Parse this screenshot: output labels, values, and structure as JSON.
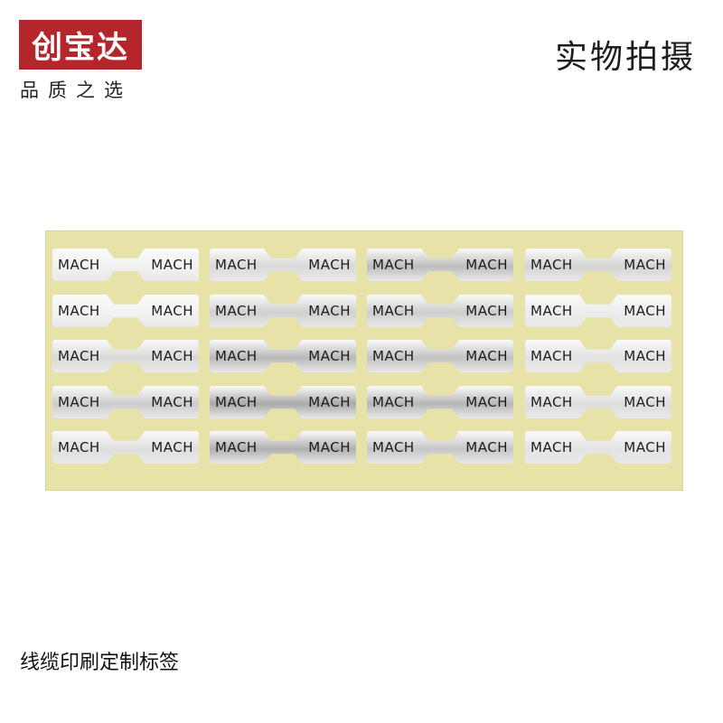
{
  "logo": {
    "brand": "创宝达",
    "tagline": "品质之选",
    "color": "#b4262b"
  },
  "heading": "实物拍摄",
  "sheet": {
    "label_text": "MACH",
    "rows": 5,
    "cols": 4
  },
  "caption": "线缆印刷定制标签"
}
